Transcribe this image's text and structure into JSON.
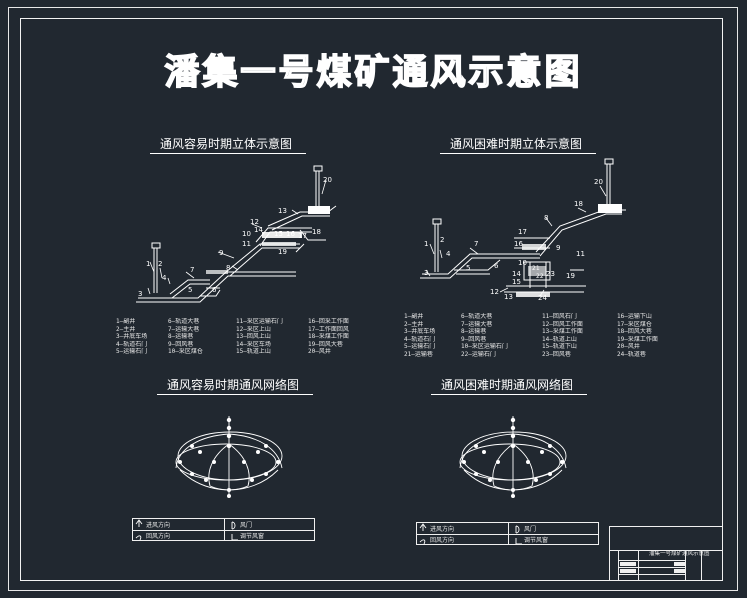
{
  "main_title": "潘集一号煤矿通风示意图",
  "diagram_easy": {
    "title": "通风容易时期立体示意图",
    "node_labels": [
      "1",
      "2",
      "3",
      "4",
      "5",
      "6",
      "7",
      "8",
      "9",
      "10",
      "11",
      "12",
      "13",
      "14",
      "15",
      "16",
      "17",
      "18",
      "19",
      "20"
    ],
    "legend": [
      [
        "1—副井",
        "6—轨道大巷",
        "11—采区运输石门",
        "16—回采工作面"
      ],
      [
        "2—主井",
        "7—运输大巷",
        "12—采区上山",
        "17—工作面回风"
      ],
      [
        "3—井底车场",
        "8—运输巷",
        "13—回风上山",
        "18—采煤工作面"
      ],
      [
        "4—轨道石门",
        "9—回风巷",
        "14—采区车场",
        "19—回风大巷"
      ],
      [
        "5—运输石门",
        "10—采区煤仓",
        "15—轨道上山",
        "20—风井"
      ]
    ]
  },
  "diagram_hard": {
    "title": "通风困难时期立体示意图",
    "node_labels": [
      "1",
      "2",
      "3",
      "4",
      "5",
      "6",
      "7",
      "8",
      "9",
      "10",
      "11",
      "12",
      "13",
      "14",
      "15",
      "16",
      "17",
      "18",
      "19",
      "20",
      "21",
      "22",
      "23",
      "24"
    ],
    "legend": [
      [
        "1—副井",
        "6—轨道大巷",
        "11—回风石门",
        "16—运输下山"
      ],
      [
        "2—主井",
        "7—运输大巷",
        "12—回风工作面",
        "17—采区煤仓"
      ],
      [
        "3—井底车场",
        "8—运输巷",
        "13—采煤工作面",
        "18—回风大巷"
      ],
      [
        "4—轨道石门",
        "9—回风巷",
        "14—轨道上山",
        "19—采煤工作面"
      ],
      [
        "5—运输石门",
        "10—采区运输石门",
        "15—轨道下山",
        "20—风井"
      ],
      [
        "21—运输巷",
        "22—运输石门",
        "23—回风巷",
        "24—轨道巷"
      ]
    ]
  },
  "network_easy": {
    "title": "通风容易时期通风网络图",
    "key": {
      "inflow": "进风方向",
      "door": "风门",
      "return": "回风方向",
      "regulator": "调节风窗"
    }
  },
  "network_hard": {
    "title": "通风困难时期通风网络图",
    "key": {
      "inflow": "进风方向",
      "door": "风门",
      "return": "回风方向",
      "regulator": "调节风窗"
    }
  },
  "title_block": {
    "name": "潘集一号煤矿通风示意图"
  },
  "colors": {
    "background": "#212830",
    "lines": "#ffffff"
  }
}
